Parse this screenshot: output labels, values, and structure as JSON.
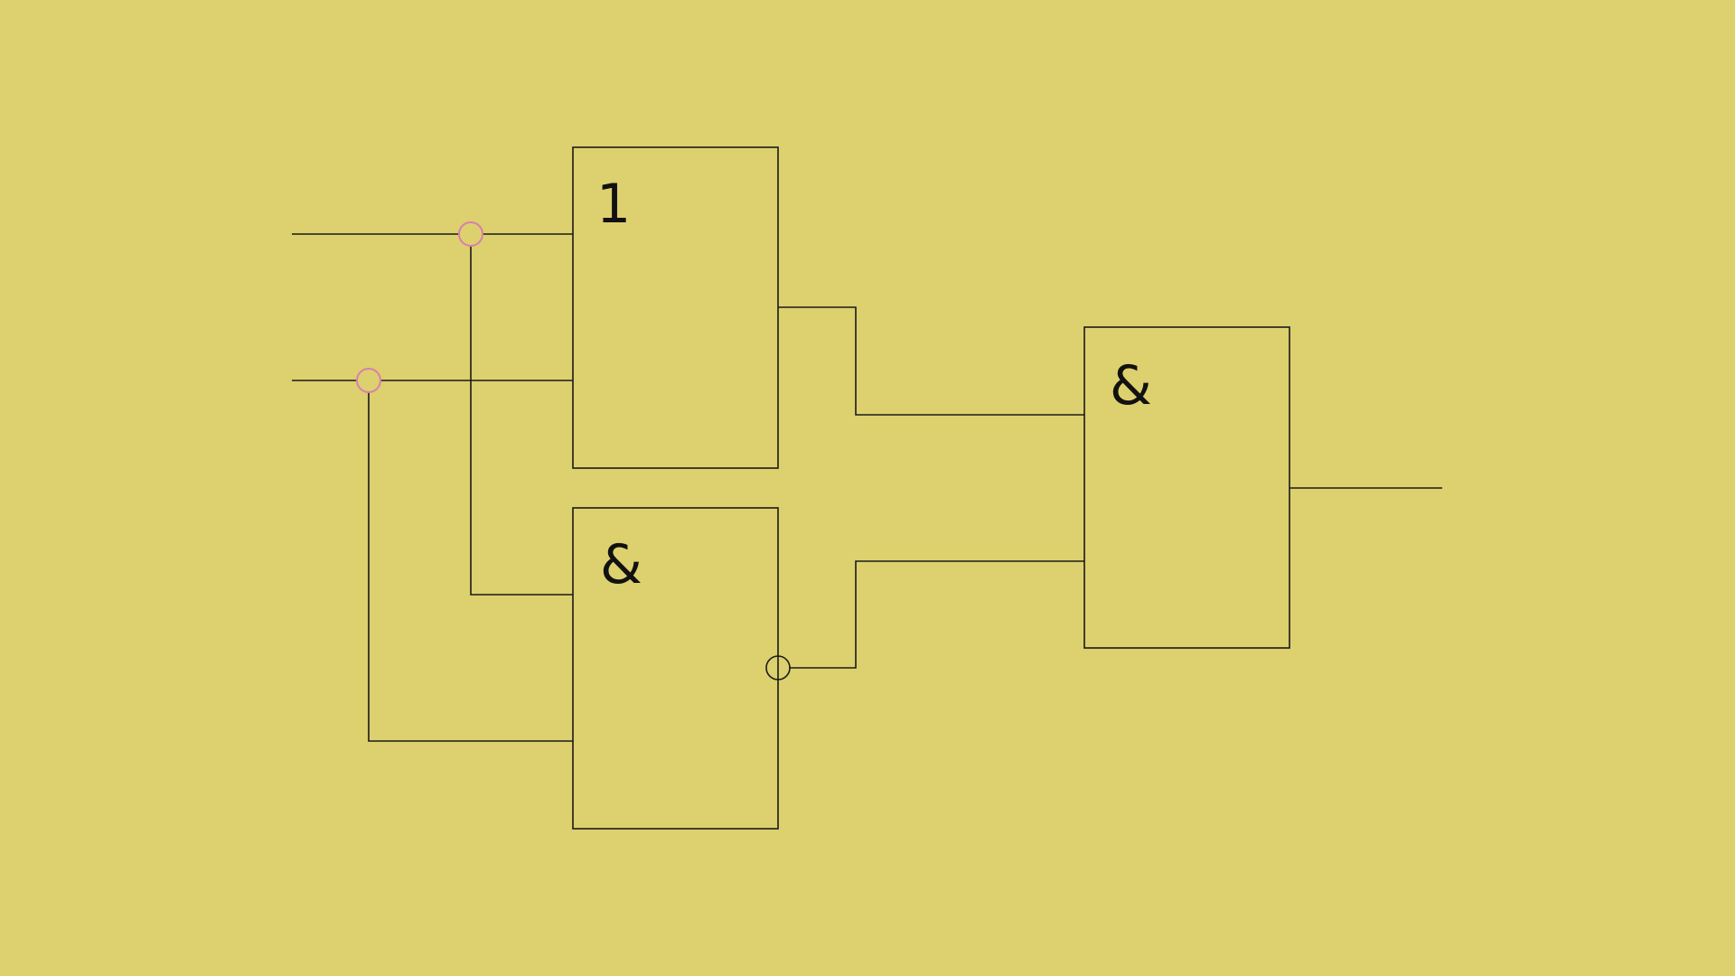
{
  "diagram": {
    "background_color": "#ddd06e",
    "line_color": "#1a1a1a",
    "junction_color": "#d97fae",
    "gates": [
      {
        "id": "g1",
        "symbol": "1",
        "type": "OR"
      },
      {
        "id": "g2",
        "symbol": "&",
        "type": "NAND",
        "negated_output": true
      },
      {
        "id": "g3",
        "symbol": "&",
        "type": "AND"
      }
    ],
    "junctions": [
      "input-a-branch",
      "input-b-branch"
    ]
  }
}
